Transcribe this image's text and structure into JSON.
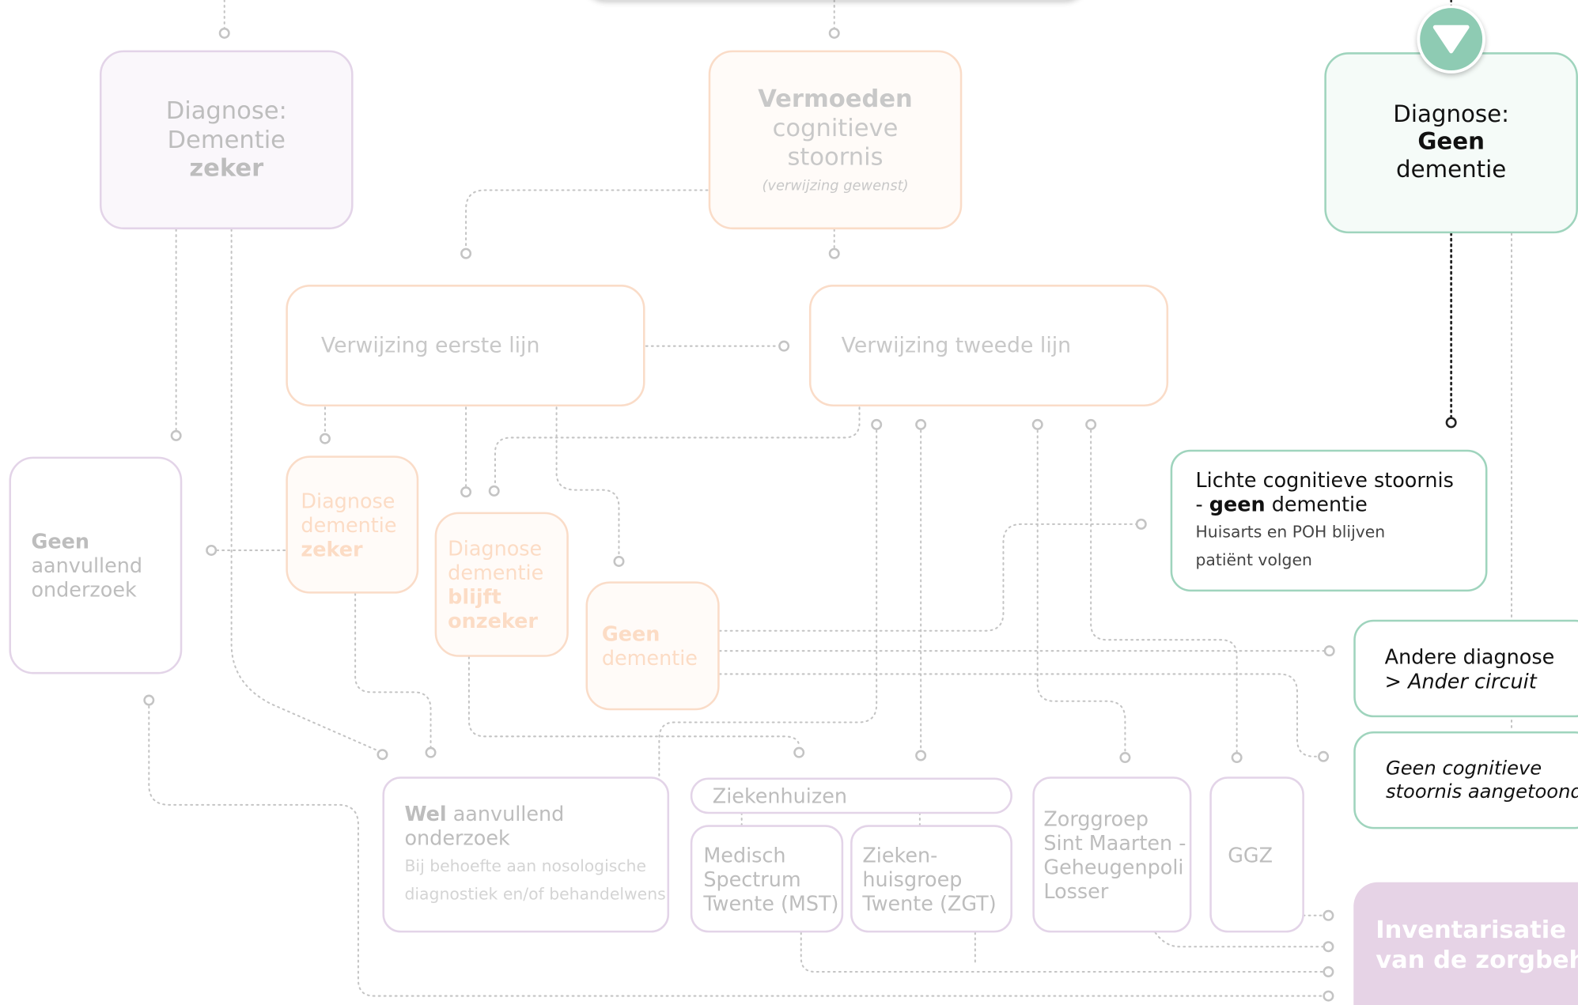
{
  "colors": {
    "faded_purple_border": "#e3d4e8",
    "faded_purple_fill": "#faf7fb",
    "faded_peach_border": "#fadcc8",
    "faded_peach_fill": "#fffbf8",
    "active_green_border": "#9fd4bd",
    "active_green_fill": "#f5fbf8",
    "toggle_circle": "#8ecbb3",
    "inventory_fill": "#e6d3e6",
    "connector": "#c4c4c4"
  },
  "nodes": {
    "dementia_certain": {
      "line1": "Diagnose:",
      "line2": "Dementie",
      "line3": "zeker"
    },
    "suspicion": {
      "line1": "Vermoeden",
      "line2": "cognitieve",
      "line3": "stoornis",
      "note": "(verwijzing gewenst)"
    },
    "no_dementia": {
      "line1": "Diagnose:",
      "line2": "Geen",
      "line3": "dementie"
    },
    "referral_first": {
      "label": "Verwijzing eerste lijn"
    },
    "referral_second": {
      "label": "Verwijzing tweede lijn"
    },
    "no_extra_research": {
      "bold": "Geen",
      "line2": "aanvullend",
      "line3": "onderzoek"
    },
    "dx_certain_small": {
      "line1": "Diagnose",
      "line2": "dementie",
      "line3": "zeker"
    },
    "dx_uncertain": {
      "line1": "Diagnose",
      "line2": "dementie",
      "line3": "blijft",
      "line4": "onzeker"
    },
    "no_dementia_small": {
      "line1": "Geen",
      "line2": "dementie"
    },
    "mild_cognitive": {
      "line1": "Lichte cognitieve stoornis",
      "dash": "- ",
      "bold": "geen",
      "rest": " dementie",
      "note1": "Huisarts en POH blijven",
      "note2": "patiënt volgen"
    },
    "other_diagnosis": {
      "line1": "Andere diagnose",
      "prefix": "> ",
      "italic": "Ander circuit"
    },
    "no_cognitive": {
      "line1": "Geen cognitieve",
      "line2": "stoornis aangetoond"
    },
    "extra_research": {
      "bold": "Wel",
      "rest": " aanvullend",
      "line2": "onderzoek",
      "note1": "Bij behoefte aan nosologische",
      "note2": "diagnostiek en/of behandelwens"
    },
    "hospitals": {
      "label": "Ziekenhuizen"
    },
    "mst": {
      "line1": "Medisch",
      "line2": "Spectrum",
      "line3": "Twente (MST)"
    },
    "zgt": {
      "line1": "Zieken-",
      "line2": "huisgroep",
      "line3": "Twente (ZGT)"
    },
    "zorggroep": {
      "line1": "Zorggroep",
      "line2": "Sint Maarten -",
      "line3": "Geheugenpoli",
      "line4": "Losser"
    },
    "ggz": {
      "label": "GGZ"
    },
    "inventory": {
      "line1": "Inventarisatie",
      "line2": "van de zorgbehoefte"
    }
  },
  "toggle": {
    "icon": "triangle-down-icon"
  }
}
